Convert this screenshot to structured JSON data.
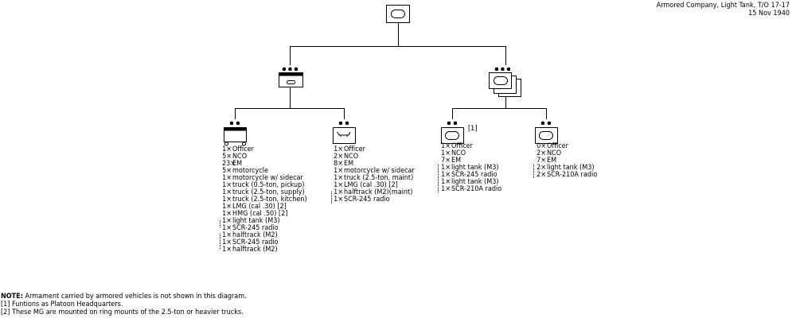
{
  "title": {
    "line1": "Armored Company, Light Tank, T/O 17-17",
    "line2": "15 Nov 1940"
  },
  "units": {
    "hq": {
      "lines": [
        {
          "n": "1×",
          "t": "Officer"
        },
        {
          "n": "5×",
          "t": "NCO"
        },
        {
          "n": "23×",
          "t": "EM"
        },
        {
          "n": "5×",
          "t": "motorcycle"
        },
        {
          "n": "1×",
          "t": "motorcycle w/ sidecar"
        },
        {
          "n": "1×",
          "t": "truck (0.5-ton, pickup)"
        },
        {
          "n": "1×",
          "t": "truck (2.5-ton, supply)"
        },
        {
          "n": "1×",
          "t": "truck (2.5-ton, kitchen)"
        },
        {
          "n": "1×",
          "t": "LMG (cal .30) [2]"
        },
        {
          "n": "1×",
          "t": "HMG (cal .50) [2]"
        },
        {
          "n": "1×",
          "t": "light tank (M3)"
        },
        {
          "n": "1×",
          "t": "SCR-245 radio"
        },
        {
          "n": "1×",
          "t": "halftrack (M2)"
        },
        {
          "n": "1×",
          "t": "SCR-245 radio"
        },
        {
          "n": "1×",
          "t": "halftrack (M2)"
        }
      ]
    },
    "maint": {
      "lines": [
        {
          "n": "1×",
          "t": "Officer"
        },
        {
          "n": "2×",
          "t": "NCO"
        },
        {
          "n": "8×",
          "t": "EM"
        },
        {
          "n": "1×",
          "t": "motorcycle w/ sidecar"
        },
        {
          "n": "1×",
          "t": "truck (2.5-ton, maint)"
        },
        {
          "n": "1×",
          "t": "LMG (cal .30) [2]"
        },
        {
          "n": "1×",
          "t": "halftrack (M2)(maint)"
        },
        {
          "n": "1×",
          "t": "SCR-245 radio"
        }
      ]
    },
    "plthq": {
      "ref": "[1]",
      "lines": [
        {
          "n": "1×",
          "t": "Officer"
        },
        {
          "n": "1×",
          "t": "NCO"
        },
        {
          "n": "7×",
          "t": "EM"
        },
        {
          "n": "1×",
          "t": "light tank (M3)"
        },
        {
          "n": "1×",
          "t": "SCR-245 radio"
        },
        {
          "n": "1×",
          "t": "light tank (M3)"
        },
        {
          "n": "1×",
          "t": "SCR-210A radio"
        }
      ]
    },
    "section": {
      "lines": [
        {
          "n": "0×",
          "t": "Officer"
        },
        {
          "n": "2×",
          "t": "NCO"
        },
        {
          "n": "7×",
          "t": "EM"
        },
        {
          "n": "2×",
          "t": "light tank (M3)"
        },
        {
          "n": "2×",
          "t": "SCR-210A radio"
        }
      ]
    }
  },
  "notes": {
    "note_label": "NOTE:",
    "note_text": " Armament carried by armored vehicles is not shown in this diagram.",
    "fn1": "[1] Funtions as Platoon Headquarters.",
    "fn2": "[2] These MG are mounted on ring mounts of the 2.5-ton or heavier trucks."
  }
}
